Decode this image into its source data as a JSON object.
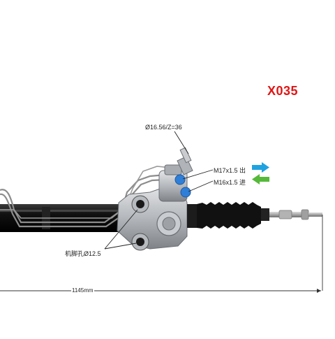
{
  "part_code": "X035",
  "callouts": {
    "spline": "Ø16.56/Z=36",
    "outlet_port": "M17x1.5 出",
    "inlet_port": "M16x1.5 进",
    "mount_hole": "机脚孔Ø12.5",
    "overall_length": "1145mm"
  },
  "colors": {
    "title": "#e01515",
    "outlet_arrow": "#1fa3e0",
    "inlet_arrow": "#55b93a",
    "port_cap": "#2f7fd8",
    "boot": "#111111",
    "metal": "#b9bcc0"
  },
  "icons": {
    "outlet_arrow": "arrow-right-icon",
    "inlet_arrow": "arrow-left-icon"
  }
}
